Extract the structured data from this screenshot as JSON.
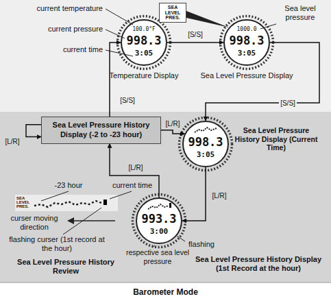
{
  "diagram": {
    "caption": "Barometer Mode",
    "nodes": [
      {
        "text": [
          "100.0°F",
          "998.3",
          "3:05",
          "Temperature Display"
        ]
      },
      {
        "text": [
          "1000.0",
          "998.3",
          "3:05",
          "Sea Level Pressure Display"
        ]
      },
      {
        "text": [
          "SEA LEVEL PRES."
        ]
      },
      {
        "text": [
          "Sea Level Pressure History Display (-2 to -23 hour)"
        ]
      },
      {
        "text": [
          "998.3",
          "3:05",
          "Sea Level Pressure History Display (Current Time)"
        ]
      },
      {
        "text": [
          "993.3",
          "3:00",
          "Sea Level Pressure History Display (1st Record at the hour)"
        ]
      },
      {
        "text": [
          "SEA LEVEL PRES."
        ]
      }
    ],
    "edges": [
      {
        "from": 0,
        "to": 1,
        "label": "[S/S]",
        "arrow": "to"
      },
      {
        "from": 1,
        "to": 4,
        "label": "[S/S]",
        "arrow": "to"
      },
      {
        "from": 3,
        "to": 0,
        "label": "[S/S]",
        "arrow": "to"
      },
      {
        "from": 3,
        "to": 4,
        "label": "[L/R]",
        "arrow": "to"
      },
      {
        "from": 3,
        "to": 3,
        "label": "[L/R]",
        "arrow": "to"
      },
      {
        "from": 4,
        "to": 5,
        "label": "[L/R]",
        "arrow": "to"
      },
      {
        "from": 5,
        "to": 3,
        "label": "[L/R]",
        "arrow": "to"
      }
    ],
    "labels": [
      "current temperature",
      "current pressure",
      "current time",
      "Sea level pressure",
      "-23 hour",
      "current time",
      "curser moving direction",
      "flashing curser (1st record at the hour)",
      "respective sea level pressure",
      "flashing",
      "Sea Level Pressure History Review"
    ]
  }
}
